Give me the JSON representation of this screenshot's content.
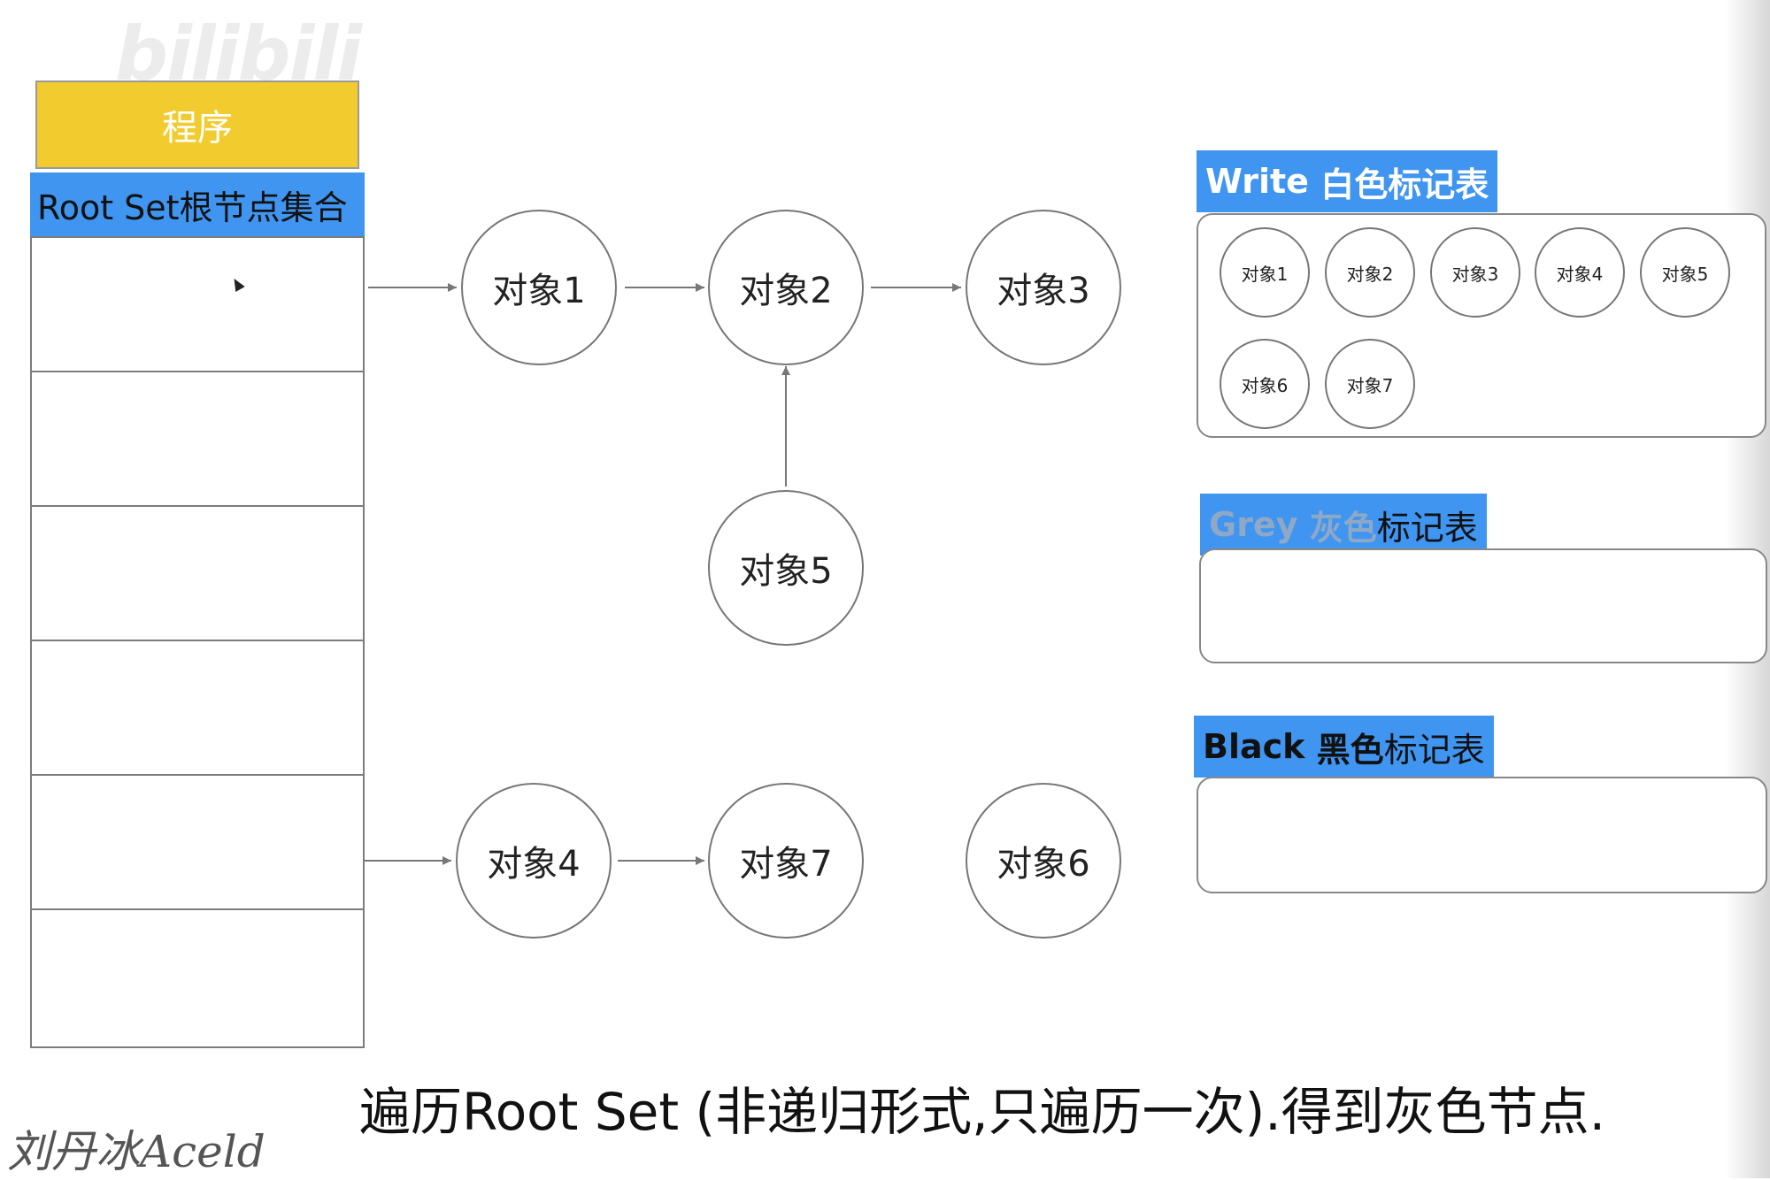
{
  "watermark": "bilibili",
  "program": {
    "label": "程序"
  },
  "root_set": {
    "title": "Root Set根节点集合",
    "row_count": 6
  },
  "nodes": {
    "obj1": "对象1",
    "obj2": "对象2",
    "obj3": "对象3",
    "obj4": "对象4",
    "obj5": "对象5",
    "obj6": "对象6",
    "obj7": "对象7"
  },
  "white_table": {
    "title_en": "Write",
    "title_cn": "白色标记表",
    "items": [
      "对象1",
      "对象2",
      "对象3",
      "对象4",
      "对象5",
      "对象6",
      "对象7"
    ]
  },
  "grey_table": {
    "title_en": "Grey",
    "title_cn_dim": "灰色",
    "title_cn": "标记表",
    "items": []
  },
  "black_table": {
    "title_en": "Black",
    "title_cn_bold": "黑色",
    "title_cn": "标记表",
    "items": []
  },
  "caption": "遍历Root Set (非递归形式,只遍历一次).得到灰色节点.",
  "signature": "刘丹冰Aceld"
}
